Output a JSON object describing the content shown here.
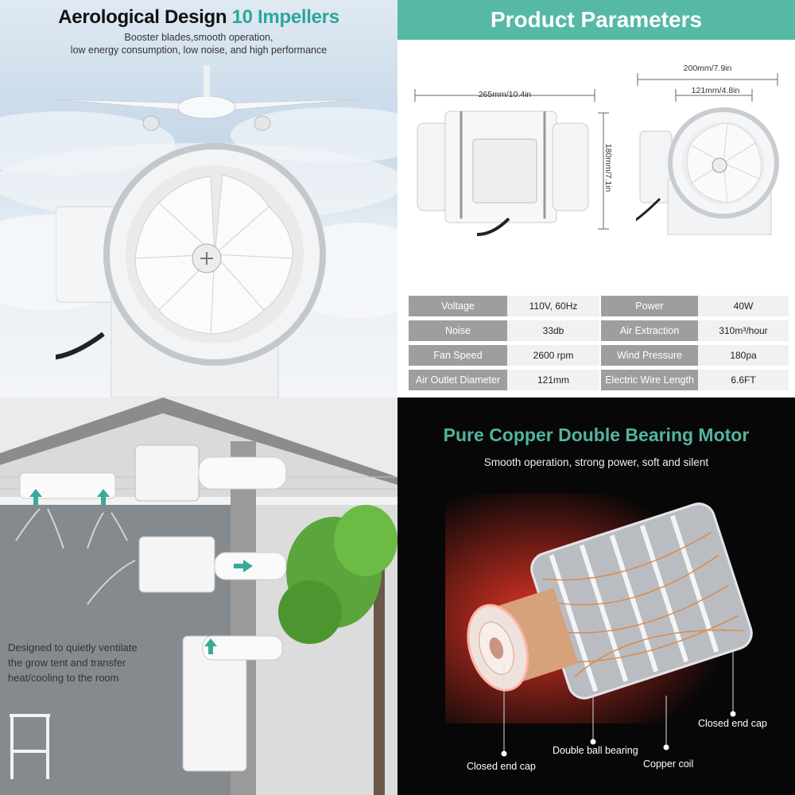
{
  "panel1": {
    "title_main": "Aerological Design",
    "title_accent": "10 Impellers",
    "subtitle_line1": "Booster blades,smooth operation,",
    "subtitle_line2": "low energy consumption, low noise, and high performance"
  },
  "panel2": {
    "header": "Product Parameters",
    "dim_length": "265mm/10.4in",
    "dim_height": "180mm/7.1in",
    "dim_width": "200mm/7.9in",
    "dim_outlet": "121mm/4.8in",
    "params": [
      {
        "label1": "Voltage",
        "value1": "110V, 60Hz",
        "label2": "Power",
        "value2": "40W"
      },
      {
        "label1": "Noise",
        "value1": "33db",
        "label2": "Air Extraction",
        "value2": "310m³/hour"
      },
      {
        "label1": "Fan Speed",
        "value1": "2600 rpm",
        "label2": "Wind Pressure",
        "value2": "180pa"
      },
      {
        "label1": "Air Outlet Diameter",
        "value1": "121mm",
        "label2": "Electric Wire Length",
        "value2": "6.6FT"
      }
    ]
  },
  "panel3": {
    "text_line1": "Designed to quietly ventilate",
    "text_line2": "the grow tent and transfer",
    "text_line3": "heat/cooling to the room"
  },
  "panel4": {
    "title": "Pure Copper Double Bearing Motor",
    "subtitle": "Smooth operation, strong power, soft and silent",
    "callout_end_cap_right": "Closed end cap",
    "callout_ball_bearing": "Double ball bearing",
    "callout_copper_coil": "Copper coil",
    "callout_end_cap_left": "Closed end cap"
  },
  "colors": {
    "accent_teal": "#2aa79b",
    "header_teal": "#55b9a5",
    "label_gray": "#9e9e9e"
  }
}
